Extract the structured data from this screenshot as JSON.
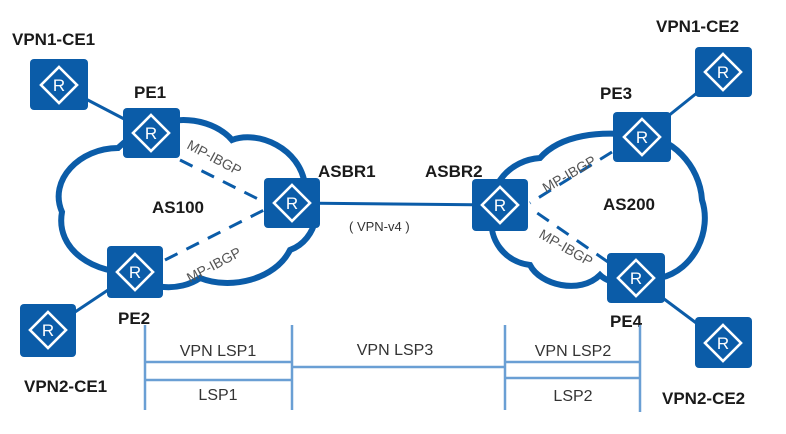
{
  "diagram": {
    "title": "Inter-AS VPN Option B topology",
    "colors": {
      "router_fill": "#0b5ca8",
      "link": "#0b5ca8",
      "lsp_line": "#6a9fd4",
      "label_text": "#1a1a1a",
      "bgp_text": "#555555"
    },
    "autonomous_systems": [
      {
        "id": "as100",
        "label": "AS100"
      },
      {
        "id": "as200",
        "label": "AS200"
      }
    ],
    "routers": [
      {
        "id": "vpn1-ce1",
        "label": "VPN1-CE1",
        "icon": "router-icon",
        "glyph": "R",
        "role": "CE"
      },
      {
        "id": "pe1",
        "label": "PE1",
        "icon": "router-icon",
        "glyph": "R",
        "role": "PE"
      },
      {
        "id": "pe2",
        "label": "PE2",
        "icon": "router-icon",
        "glyph": "R",
        "role": "PE"
      },
      {
        "id": "vpn2-ce1",
        "label": "VPN2-CE1",
        "icon": "router-icon",
        "glyph": "R",
        "role": "CE"
      },
      {
        "id": "asbr1",
        "label": "ASBR1",
        "icon": "router-icon",
        "glyph": "R",
        "role": "ASBR"
      },
      {
        "id": "asbr2",
        "label": "ASBR2",
        "icon": "router-icon",
        "glyph": "R",
        "role": "ASBR"
      },
      {
        "id": "pe3",
        "label": "PE3",
        "icon": "router-icon",
        "glyph": "R",
        "role": "PE"
      },
      {
        "id": "vpn1-ce2",
        "label": "VPN1-CE2",
        "icon": "router-icon",
        "glyph": "R",
        "role": "CE"
      },
      {
        "id": "pe4",
        "label": "PE4",
        "icon": "router-icon",
        "glyph": "R",
        "role": "PE"
      },
      {
        "id": "vpn2-ce2",
        "label": "VPN2-CE2",
        "icon": "router-icon",
        "glyph": "R",
        "role": "CE"
      }
    ],
    "links": [
      {
        "from": "vpn1-ce1",
        "to": "pe1",
        "style": "solid"
      },
      {
        "from": "vpn2-ce1",
        "to": "pe2",
        "style": "solid"
      },
      {
        "from": "asbr1",
        "to": "asbr2",
        "style": "solid",
        "label": "( VPN-v4 )"
      },
      {
        "from": "vpn1-ce2",
        "to": "pe3",
        "style": "solid"
      },
      {
        "from": "vpn2-ce2",
        "to": "pe4",
        "style": "solid"
      }
    ],
    "sessions": [
      {
        "from": "pe1",
        "to": "asbr1",
        "style": "dashed",
        "label": "MP-IBGP"
      },
      {
        "from": "pe2",
        "to": "asbr1",
        "style": "dashed",
        "label": "MP-IBGP"
      },
      {
        "from": "pe3",
        "to": "asbr2",
        "style": "dashed",
        "label": "MP-IBGP"
      },
      {
        "from": "pe4",
        "to": "asbr2",
        "style": "dashed",
        "label": "MP-IBGP"
      }
    ],
    "lsp_segments": {
      "vpn_lsp1": "VPN LSP1",
      "vpn_lsp3": "VPN LSP3",
      "vpn_lsp2": "VPN LSP2",
      "lsp1": "LSP1",
      "lsp2": "LSP2"
    }
  }
}
